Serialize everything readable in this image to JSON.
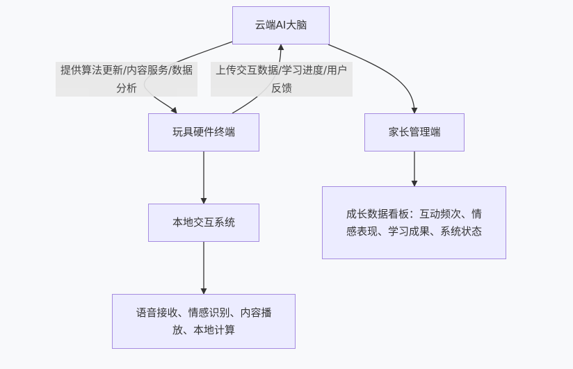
{
  "diagram": {
    "type": "flowchart",
    "colors": {
      "background": "#f8f9fb",
      "node_fill": "#ececff",
      "node_stroke": "#a58be0",
      "edge": "#333333",
      "label_bg": "#e8e8e8"
    },
    "nodes": {
      "cloud": "云端AI大脑",
      "toy": "玩具硬件终端",
      "parent": "家长管理端",
      "local": "本地交互系统",
      "local_func": "语音接收、情感识别、内容播放、本地计算",
      "dashboard": "成长数据看板：互动频次、情感表现、学习成果、系统状态"
    },
    "edge_labels": {
      "cloud_to_toy": "提供算法更新/内容服务/数据分析",
      "toy_to_cloud": "上传交互数据/学习进度/用户反馈"
    },
    "edges": [
      {
        "from": "cloud",
        "to": "toy",
        "label": "提供算法更新/内容服务/数据分析"
      },
      {
        "from": "toy",
        "to": "cloud",
        "label": "上传交互数据/学习进度/用户反馈"
      },
      {
        "from": "cloud",
        "to": "parent",
        "label": ""
      },
      {
        "from": "toy",
        "to": "local",
        "label": ""
      },
      {
        "from": "local",
        "to": "local_func",
        "label": ""
      },
      {
        "from": "parent",
        "to": "dashboard",
        "label": ""
      }
    ]
  }
}
